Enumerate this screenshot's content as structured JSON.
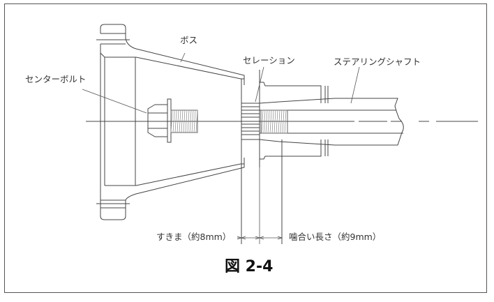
{
  "figure": {
    "caption": "図 2-4"
  },
  "labels": {
    "boss": "ボス",
    "center_bolt": "センターボルト",
    "serration": "セレーション",
    "steering_shaft": "ステアリングシャフト",
    "clearance": "すきま（約8mm）",
    "engagement_length": "噛合い長さ（約9mm）"
  },
  "dimensions": {
    "clearance_mm": 8,
    "engagement_length_mm": 9
  },
  "colors": {
    "line": "#444444",
    "text": "#333333",
    "border": "#555555"
  }
}
